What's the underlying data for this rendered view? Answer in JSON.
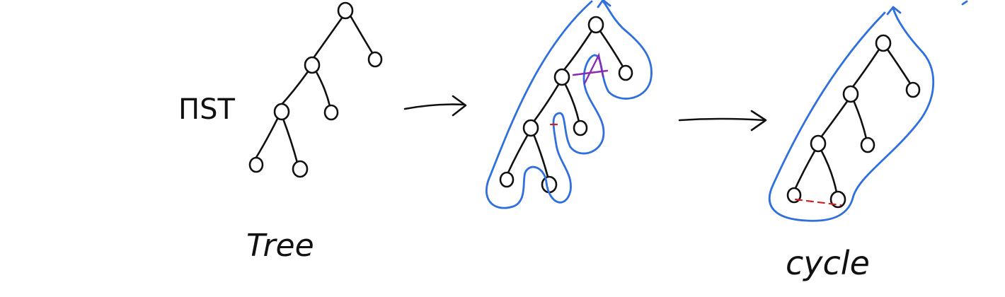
{
  "labels": {
    "mst": "ΠST",
    "tree": "Tree",
    "cycle": "cycle"
  },
  "colors": {
    "ink": "#111111",
    "tour": "#2f6fde",
    "shortcut": "#cc2222",
    "crossout": "#8a2bb0"
  }
}
